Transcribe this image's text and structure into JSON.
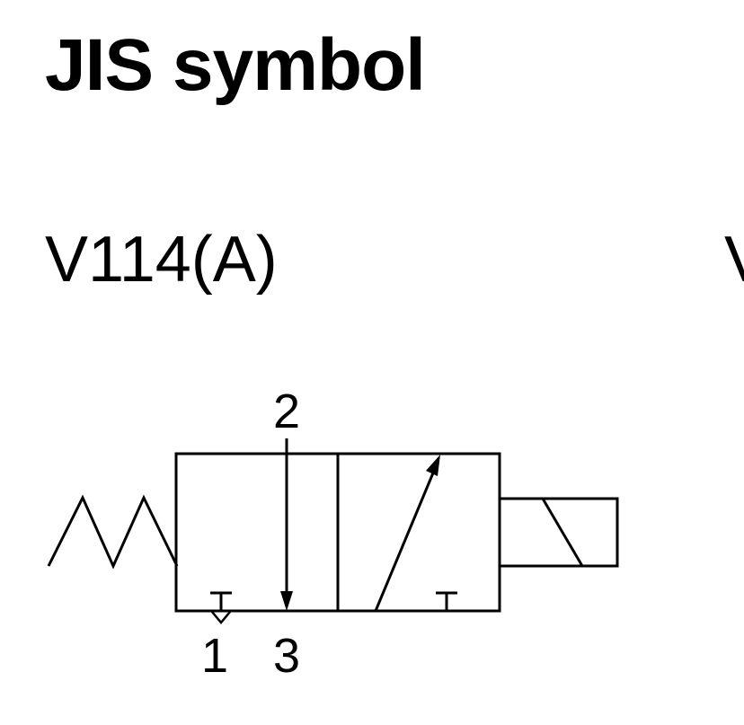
{
  "page": {
    "title": "JIS symbol"
  },
  "models": [
    {
      "label": "V114(A)"
    },
    {
      "label": "V"
    }
  ],
  "ports": {
    "top": "2",
    "bottom_left": "1",
    "bottom_right": "3"
  },
  "colors": {
    "line": "#000000",
    "background": "#ffffff"
  }
}
